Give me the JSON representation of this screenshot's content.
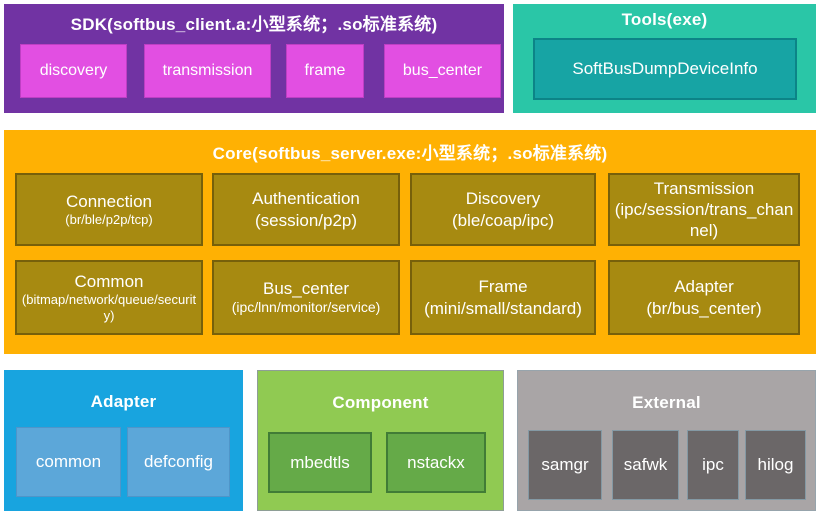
{
  "palette": {
    "page_bg": "#FFFFFF",
    "text": "#FFFFFF",
    "sdk_bg": "#7133A3",
    "sdk_item_bg": "#E24FE2",
    "tools_bg": "#2AC6A7",
    "tools_item_bg": "#17A4A4",
    "core_bg": "#FFB103",
    "core_cell_bg": "#A78A11",
    "adapter_bg": "#18A4DF",
    "adapter_item_bg": "#5CA7D9",
    "component_bg": "#90CA52",
    "component_item_bg": "#65AA48",
    "external_bg": "#A9A5A6",
    "external_item_bg": "#6B6768"
  },
  "sdk": {
    "title": "SDK(softbus_client.a:小型系统；.so标准系统)",
    "items": [
      "discovery",
      "transmission",
      "frame",
      "bus_center"
    ]
  },
  "tools": {
    "title": "Tools(exe)",
    "items": [
      "SoftBusDumpDeviceInfo"
    ]
  },
  "core": {
    "title": "Core(softbus_server.exe:小型系统；.so标准系统)",
    "cells": [
      {
        "title": "Connection",
        "subtitle": "(br/ble/p2p/tcp)"
      },
      {
        "title": "Authentication",
        "subtitle": "(session/p2p)"
      },
      {
        "title": "Discovery",
        "subtitle": "(ble/coap/ipc)"
      },
      {
        "title": "Transmission",
        "subtitle": "(ipc/session/trans_channel)"
      },
      {
        "title": "Common",
        "subtitle": "(bitmap/network/queue/security)"
      },
      {
        "title": "Bus_center",
        "subtitle": "(ipc/lnn/monitor/service)"
      },
      {
        "title": "Frame",
        "subtitle": "(mini/small/standard)"
      },
      {
        "title": "Adapter",
        "subtitle": "(br/bus_center)"
      }
    ]
  },
  "adapter": {
    "title": "Adapter",
    "items": [
      "common",
      "defconfig"
    ]
  },
  "component": {
    "title": "Component",
    "items": [
      "mbedtls",
      "nstackx"
    ]
  },
  "external": {
    "title": "External",
    "items": [
      "samgr",
      "safwk",
      "ipc",
      "hilog"
    ]
  }
}
